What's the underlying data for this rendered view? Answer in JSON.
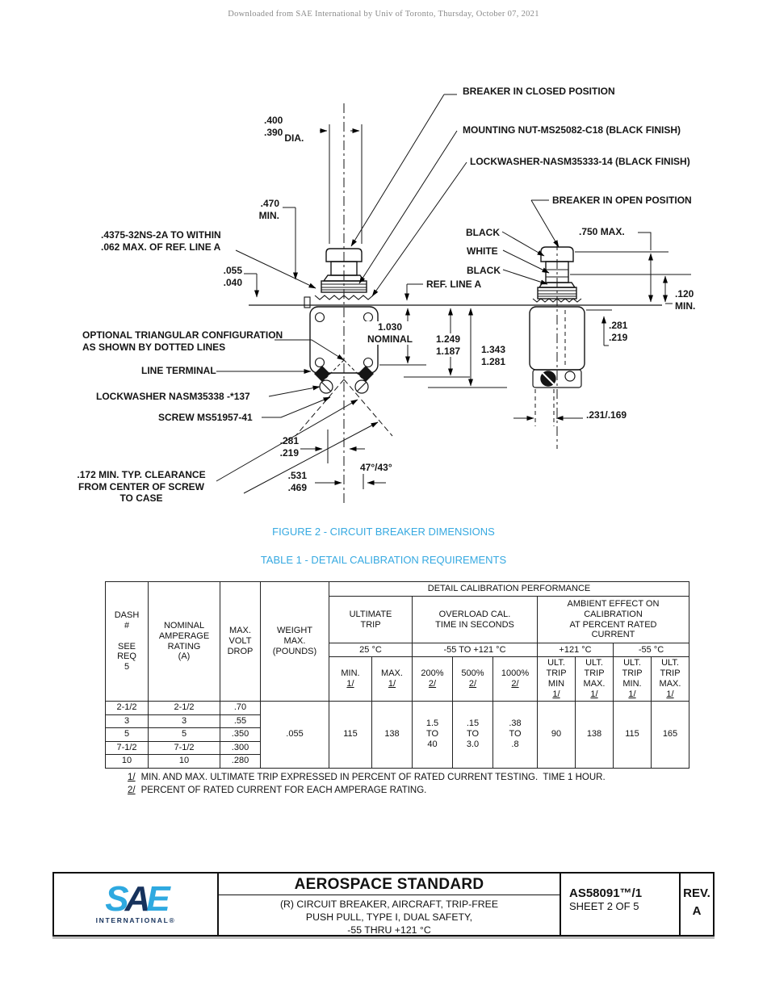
{
  "watermark": "Downloaded from SAE International by Univ of Toronto, Thursday, October 07, 2021",
  "colors": {
    "caption_blue": "#36A9E1",
    "logo_light_blue": "#2EA9E0",
    "logo_navy": "#16325C"
  },
  "figure": {
    "caption": "FIGURE 2 - CIRCUIT BREAKER DIMENSIONS",
    "labels": {
      "closed_position": "BREAKER IN CLOSED POSITION",
      "mounting_nut": "MOUNTING NUT-MS25082-C18 (BLACK FINISH)",
      "lockwasher_top": "LOCKWASHER-NASM35333-14 (BLACK FINISH)",
      "open_position": "BREAKER IN OPEN POSITION",
      "dia": ".400\n.390",
      "dia_suffix": "DIA.",
      "min470": ".470\nMIN.",
      "thread": ".4375-32NS-2A TO WITHIN\n.062 MAX. OF REF. LINE A",
      "black_top": "BLACK",
      "white_mid": "WHITE",
      "black_bot": "BLACK",
      "max750": ".750 MAX.",
      "dim055": ".055\n.040",
      "ref_line": "REF. LINE A",
      "min120": ".120\nMIN.",
      "nominal": "1.030\nNOMINAL",
      "dim1249": "1.249\n1.187",
      "dim1343": "1.343\n1.281",
      "dim281_right": ".281\n.219",
      "optional": "OPTIONAL TRIANGULAR CONFIGURATION\nAS SHOWN BY DOTTED LINES",
      "line_terminal": "LINE TERMINAL",
      "lockwasher_bottom": "LOCKWASHER NASM35338 -*137",
      "screw": "SCREW MS51957-41",
      "dim281_left": ".281\n.219",
      "angle": "47°/43°",
      "dim531": ".531\n.469",
      "clearance": ".172 MIN. TYP. CLEARANCE\nFROM CENTER OF SCREW\nTO CASE",
      "dim231": ".231/.169"
    }
  },
  "table": {
    "caption": "TABLE 1 - DETAIL CALIBRATION REQUIREMENTS",
    "headers": {
      "dash": "DASH\n#\n\nSEE\nREQ\n5",
      "amperage": "NOMINAL\nAMPERAGE\nRATING\n(A)",
      "volt": "MAX.\nVOLT\nDROP",
      "weight": "WEIGHT\nMAX.\n(POUNDS)",
      "performance": "DETAIL CALIBRATION PERFORMANCE",
      "ultimate": "ULTIMATE\nTRIP",
      "overload": "OVERLOAD CAL.\nTIME IN SECONDS",
      "ambient": "AMBIENT EFFECT ON\nCALIBRATION\nAT PERCENT RATED\nCURRENT",
      "t25": "25 °C",
      "trange": "-55 TO +121 °C",
      "t121": "+121 °C",
      "tm55": "-55 °C",
      "min": "MIN.",
      "max": "MAX.",
      "p200": "200%",
      "p500": "500%",
      "p1000": "1000%",
      "ult_min_121": "ULT.\nTRIP\nMIN",
      "ult_max_121": "ULT.\nTRIP\nMAX.",
      "ult_min_m55": "ULT.\nTRIP\nMIN.",
      "ult_max_m55": "ULT.\nTRIP\nMAX.",
      "fn1": "1/",
      "fn2": "2/"
    },
    "rows": [
      {
        "dash": "2-1/2",
        "amp": "2-1/2",
        "volt": ".70"
      },
      {
        "dash": "3",
        "amp": "3",
        "volt": ".55"
      },
      {
        "dash": "5",
        "amp": "5",
        "volt": ".350"
      },
      {
        "dash": "7-1/2",
        "amp": "7-1/2",
        "volt": ".300"
      },
      {
        "dash": "10",
        "amp": "10",
        "volt": ".280"
      }
    ],
    "merged": {
      "weight": ".055",
      "trip_min": "115",
      "trip_max": "138",
      "p200": "1.5\nTO\n40",
      "p500": ".15\nTO\n3.0",
      "p1000": ".38\nTO\n.8",
      "amb121_min": "90",
      "amb121_max": "138",
      "ambm55_min": "115",
      "ambm55_max": "165"
    },
    "footnotes": [
      {
        "mark": "1/",
        "text": "MIN. AND MAX. ULTIMATE TRIP EXPRESSED IN PERCENT OF RATED CURRENT TESTING.  TIME 1 HOUR."
      },
      {
        "mark": "2/",
        "text": "PERCENT OF RATED CURRENT FOR EACH AMPERAGE RATING."
      }
    ]
  },
  "footer": {
    "logo_s": "S",
    "logo_a": "A",
    "logo_e": "E",
    "logo_sub": "INTERNATIONAL®",
    "title": "AEROSPACE STANDARD",
    "subtitle": "(R) CIRCUIT BREAKER, AIRCRAFT, TRIP-FREE\nPUSH PULL, TYPE I, DUAL SAFETY,\n-55 THRU +121 °C",
    "doc_number": "AS58091™/1",
    "sheet": "SHEET 2 OF 5",
    "rev_label": "REV.",
    "rev_value": "A"
  }
}
